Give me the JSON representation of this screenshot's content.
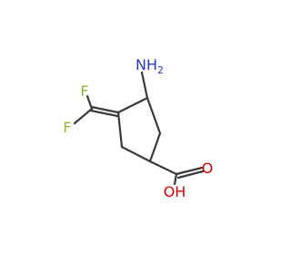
{
  "molecule": {
    "atoms": [
      {
        "id": "F1",
        "label": "F",
        "color": "#8fb83a"
      },
      {
        "id": "F2",
        "label": "F",
        "color": "#8fb83a"
      },
      {
        "id": "N",
        "label": "NH",
        "subscript": "2",
        "color": "#2b36c8"
      },
      {
        "id": "O_carbonyl",
        "label": "O",
        "color": "#e00000"
      },
      {
        "id": "O_hydroxyl",
        "label": "OH",
        "color": "#e00000"
      }
    ],
    "bond_color": "#3a3a3a"
  }
}
